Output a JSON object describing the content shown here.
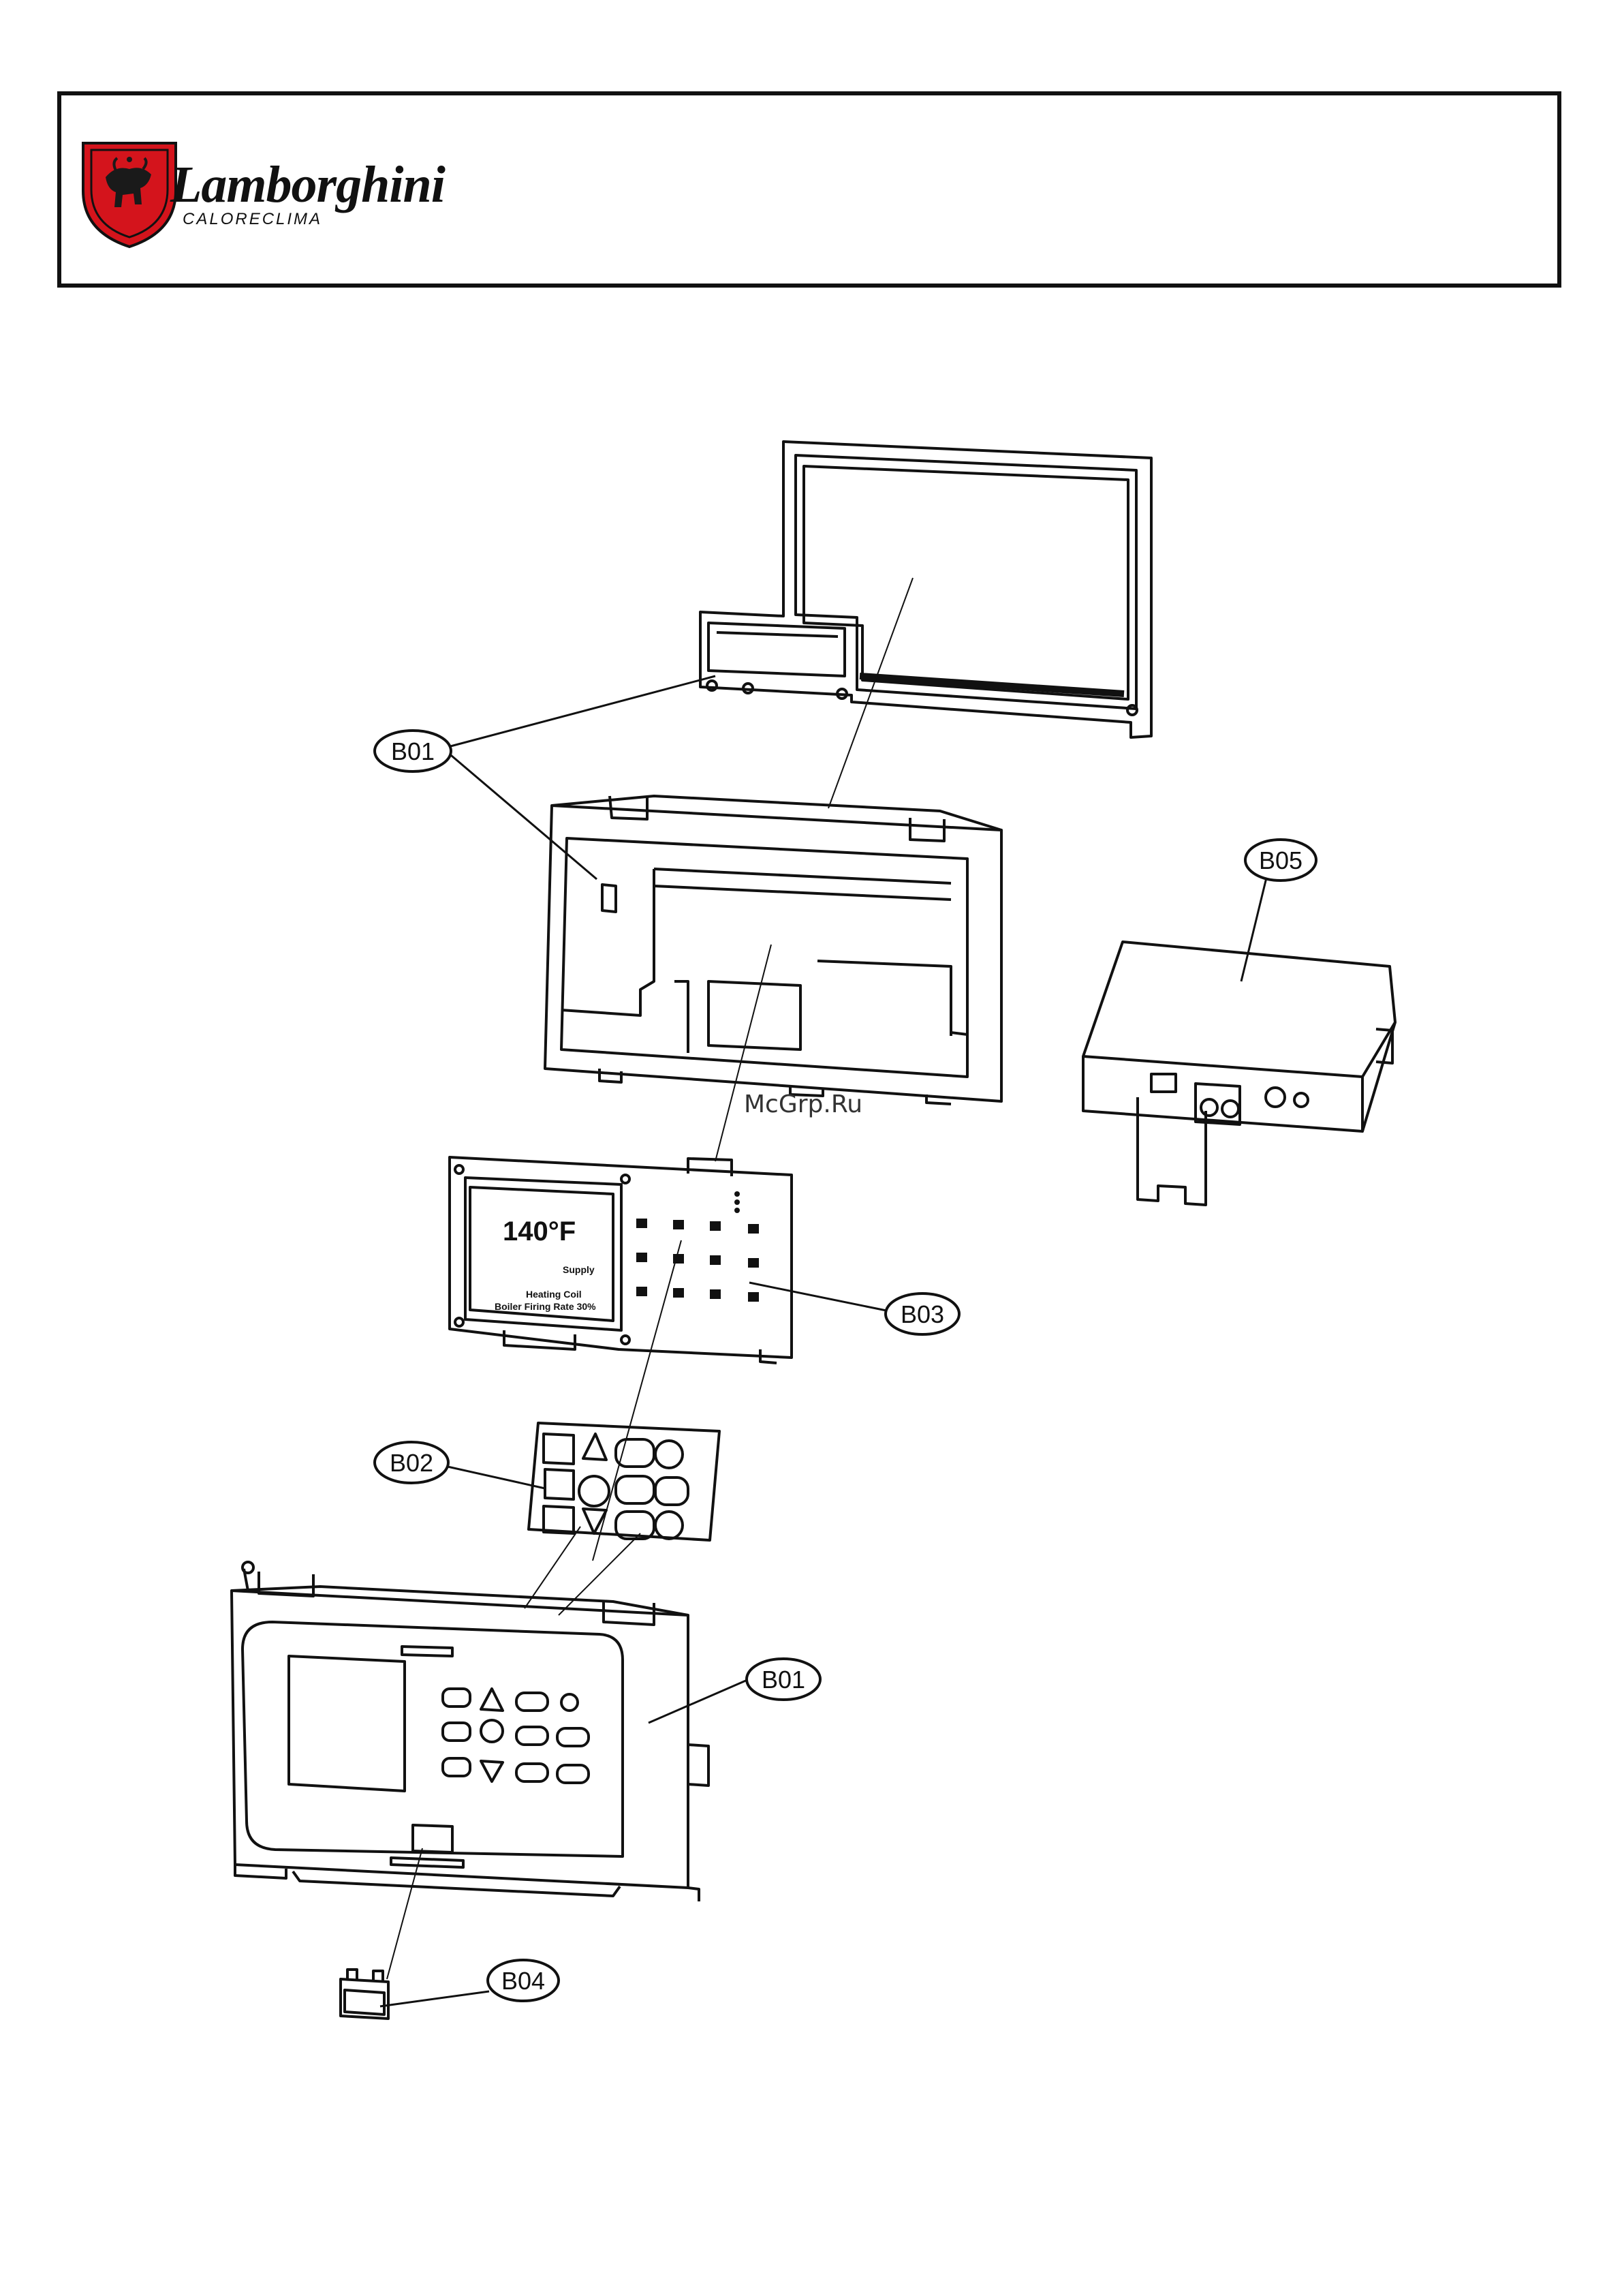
{
  "brand": {
    "name": "Lamborghini",
    "subname": "CALORECLIMA"
  },
  "watermark": "McGrp.Ru",
  "display": {
    "temperature": "140°F",
    "label": "Supply",
    "line1": "Heating Coil",
    "line2": "Boiler Firing Rate 30%"
  },
  "callouts": [
    {
      "id": "B01"
    },
    {
      "id": "B05"
    },
    {
      "id": "B03"
    },
    {
      "id": "B02"
    },
    {
      "id": "B01"
    },
    {
      "id": "B04"
    }
  ],
  "icons": [
    "lamborghini-shield-logo",
    "bull-emblem"
  ],
  "colors": {
    "brand_red": "#d4141c",
    "line": "#111111"
  }
}
